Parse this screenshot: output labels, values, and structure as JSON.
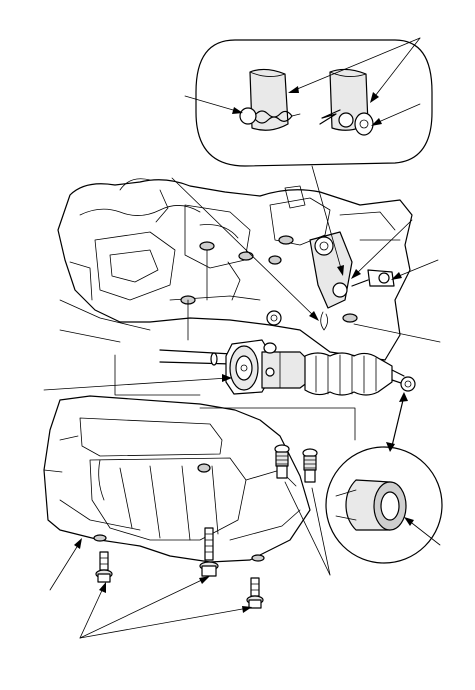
{
  "diagram": {
    "kind": "exploded-assembly-illustration",
    "stroke_color": "#000000",
    "background_color": "#ffffff",
    "components": [
      {
        "id": "clip-detail-inset",
        "icon": "rounded-callout-box"
      },
      {
        "id": "engine-block",
        "icon": "engine-casting"
      },
      {
        "id": "clutch-slave-cylinder",
        "icon": "cylinder-with-boot"
      },
      {
        "id": "mounting-bolts",
        "icon": "bolt"
      },
      {
        "id": "splash-shield",
        "icon": "under-cover-panel"
      },
      {
        "id": "push-rod-detail",
        "icon": "circular-magnifier"
      }
    ],
    "callout_count": 13
  }
}
